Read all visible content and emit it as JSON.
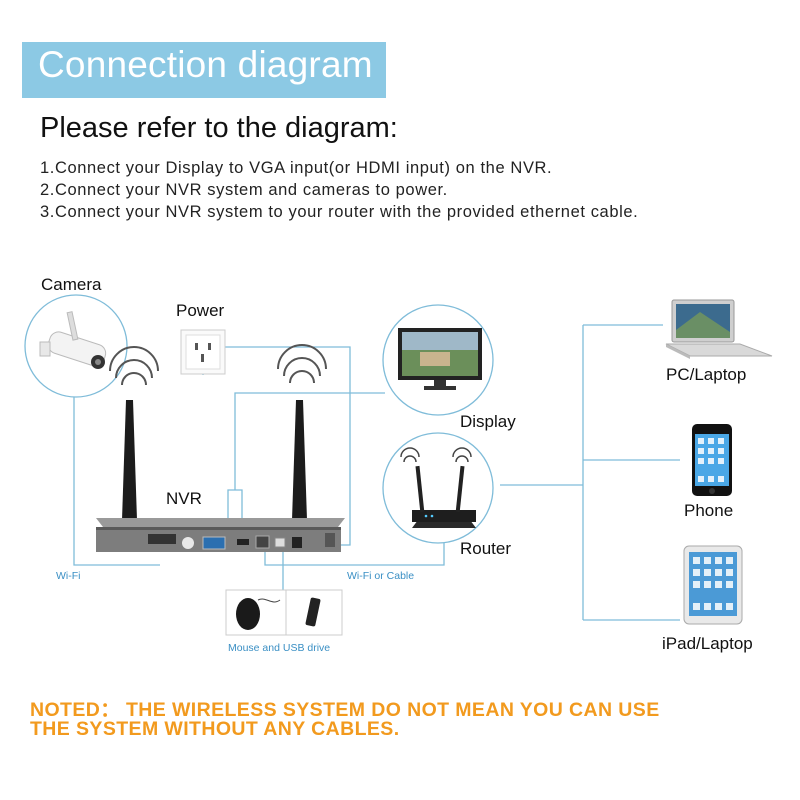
{
  "title": "Connection diagram",
  "heading": "Please refer to the diagram:",
  "steps": [
    "1.Connect your Display to VGA input(or HDMI input) on the NVR.",
    "2.Connect your NVR system and cameras to power.",
    "3.Connect your NVR system to your router with the provided ethernet cable."
  ],
  "labels": {
    "camera": "Camera",
    "power": "Power",
    "display": "Display",
    "nvr": "NVR",
    "router": "Router",
    "pc": "PC/Laptop",
    "phone": "Phone",
    "ipad": "iPad/Laptop",
    "wifi": "Wi-Fi",
    "wifi_cable": "Wi-Fi or Cable",
    "mouse_usb": "Mouse and USB drive"
  },
  "note": {
    "line1": "NOTED： THE WIRELESS SYSTEM DO NOT MEAN YOU CAN USE",
    "line2": "THE SYSTEM WITHOUT ANY CABLES."
  },
  "colors": {
    "banner": "#8cc9e4",
    "connector": "#7fbcd9",
    "note": "#f29a1e"
  }
}
